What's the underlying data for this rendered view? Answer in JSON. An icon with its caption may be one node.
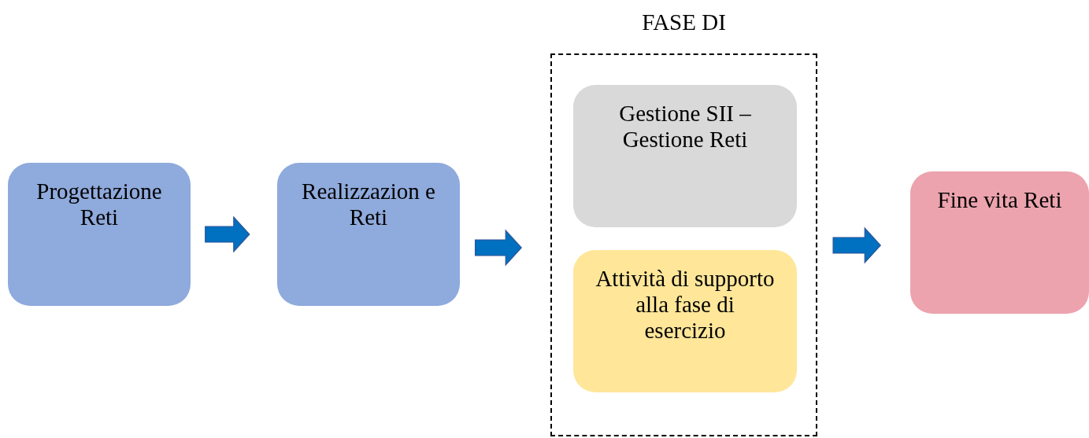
{
  "diagram": {
    "nodes": [
      {
        "text": [
          "Progettazione Reti"
        ]
      },
      {
        "text": [
          "Realizzazion e Reti"
        ]
      },
      {
        "text": [
          "FASE DI"
        ]
      },
      {
        "text": [
          "Gestione SII – Gestione Reti"
        ],
        "in": 2
      },
      {
        "text": [
          "Attività di supporto alla fase di esercizio"
        ],
        "in": 2
      },
      {
        "text": [
          "Fine vita Reti"
        ]
      }
    ],
    "edges": [
      {
        "from": 0,
        "to": 1,
        "arrow": "to"
      },
      {
        "from": 1,
        "to": 2,
        "arrow": "to"
      },
      {
        "from": 2,
        "to": 5,
        "arrow": "to"
      }
    ]
  }
}
